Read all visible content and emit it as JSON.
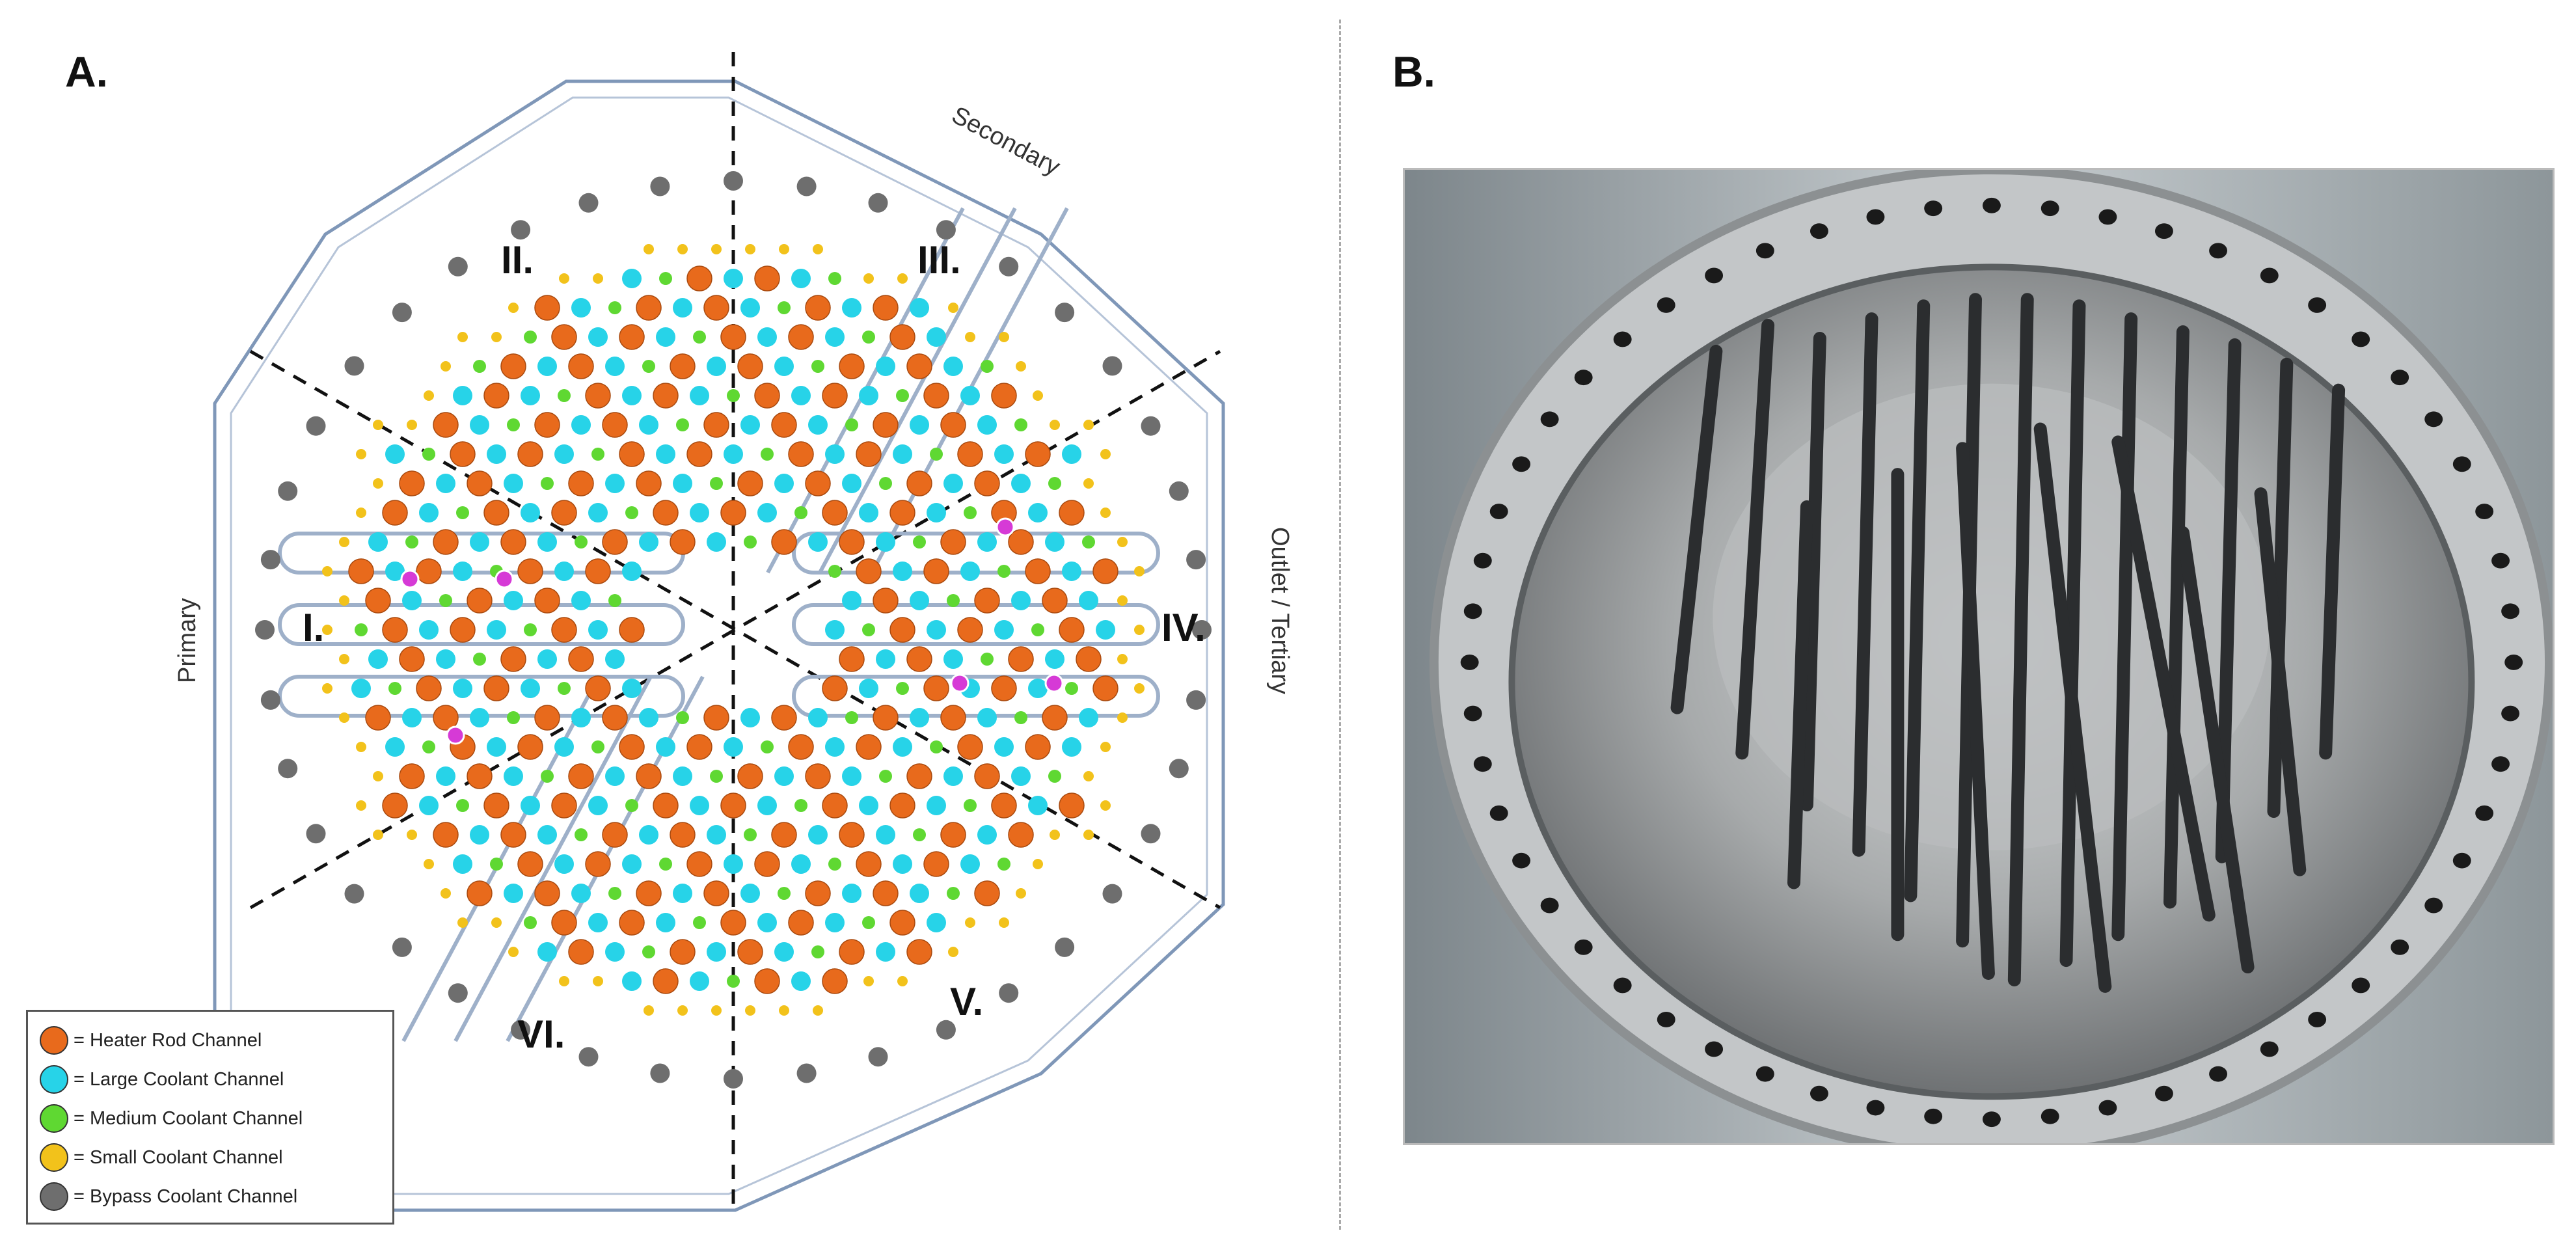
{
  "panel_a": {
    "label": "A.",
    "sector_labels": [
      "I.",
      "II.",
      "III.",
      "IV.",
      "V.",
      "VI."
    ],
    "side_labels": {
      "primary": "Primary",
      "secondary": "Secondary",
      "outlet": "Outlet / Tertiary"
    },
    "legend": [
      {
        "text": "= Heater Rod Channel",
        "color": "#e86a1c"
      },
      {
        "text": "= Large Coolant Channel",
        "color": "#27d3e8"
      },
      {
        "text": "= Medium Coolant Channel",
        "color": "#5fd832"
      },
      {
        "text": "= Small Coolant Channel",
        "color": "#f2c21b"
      },
      {
        "text": "= Bypass Coolant Channel",
        "color": "#6e6e6e"
      }
    ],
    "colors": {
      "outline": "#7f97b8",
      "heater": "#e86a1c",
      "large": "#27d3e8",
      "medium": "#5fd832",
      "small": "#f2c21b",
      "bypass": "#6e6e6e",
      "instrumented": "#d63ad6"
    }
  },
  "panel_b": {
    "label": "B.",
    "photo": "photograph of test vessel interior with heater rods"
  }
}
